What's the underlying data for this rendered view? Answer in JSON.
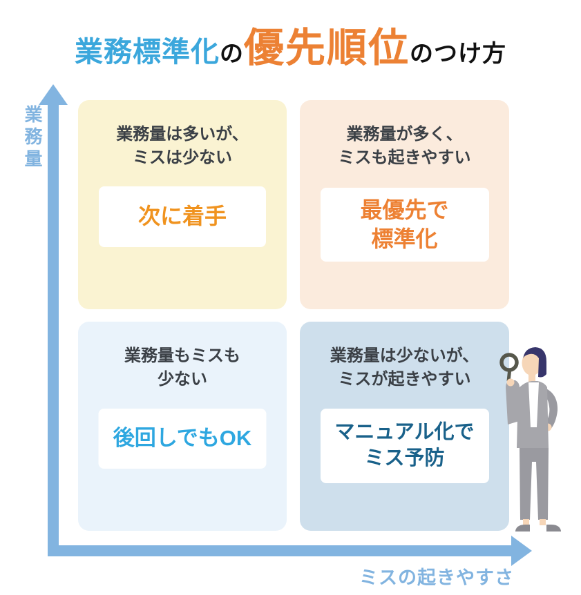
{
  "title": {
    "part_blue": "業務標準化",
    "part_mid": "の",
    "part_orange": "優先順位",
    "part_tail": "のつけ方"
  },
  "palette": {
    "title_blue": "#3BA7DC",
    "title_orange": "#EC8134",
    "title_black": "#111111",
    "axis_blue": "#82B4E0",
    "desc_gray": "#3B4046"
  },
  "axes": {
    "y_label": "業務量",
    "x_label": "ミスの起きやすさ"
  },
  "quadrants": [
    {
      "position": "top-left",
      "bg": "#FAF3D2",
      "description": "業務量は多いが、\nミスは少ない",
      "action": "次に着手",
      "action_color": "#F0931F"
    },
    {
      "position": "top-right",
      "bg": "#FBEBDD",
      "description": "業務量が多く、\nミスも起きやすい",
      "action": "最優先で\n標準化",
      "action_color": "#ED8133"
    },
    {
      "position": "bottom-left",
      "bg": "#EAF3FB",
      "description": "業務量もミスも\n少ない",
      "action": "後回しでもOK",
      "action_color": "#2EA7E0"
    },
    {
      "position": "bottom-right",
      "bg": "#CEDFEC",
      "description": "業務量は少ないが、\nミスが起きやすい",
      "action": "マニュアル化で\nミス予防",
      "action_color": "#19618A"
    }
  ],
  "illustration": {
    "name": "businesswoman-with-magnifying-glass",
    "colors": {
      "suit": "#A6A6AB",
      "suit_dark": "#9A9AA0",
      "skin": "#F6D6B8",
      "hair": "#37356B",
      "magnifier": "#56574B",
      "shoes": "#8A8A90",
      "shirt": "#FFFFFF"
    }
  }
}
